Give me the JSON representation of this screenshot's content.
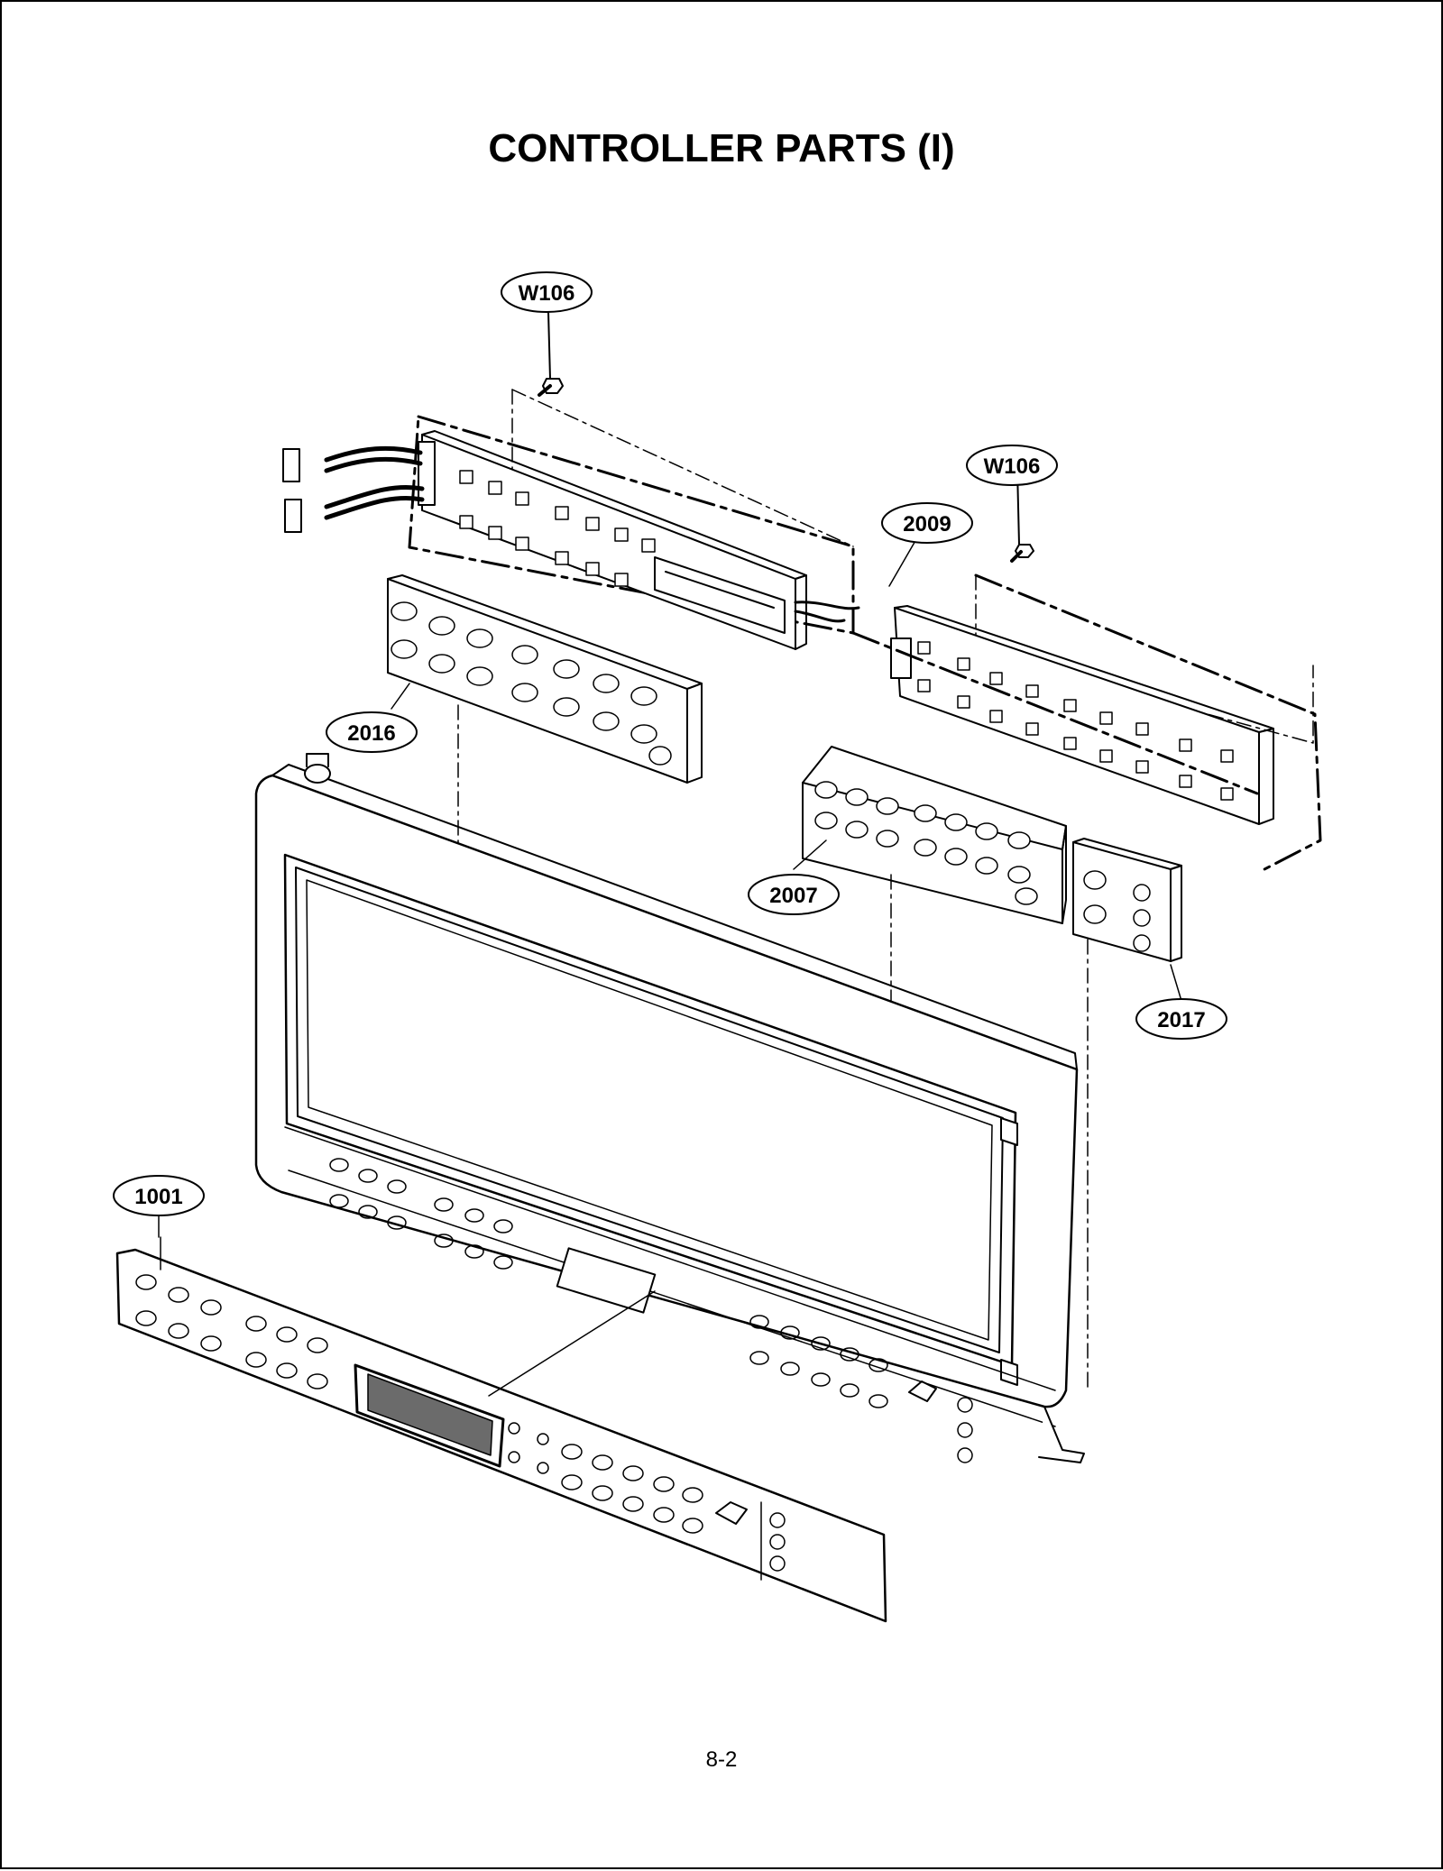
{
  "page": {
    "title": "CONTROLLER PARTS (I)",
    "page_number": "8-2"
  },
  "callouts": {
    "w106_top": "W106",
    "w106_right": "W106",
    "c2009": "2009",
    "c2016": "2016",
    "c2007": "2007",
    "c2017": "2017",
    "c1001": "1001"
  }
}
